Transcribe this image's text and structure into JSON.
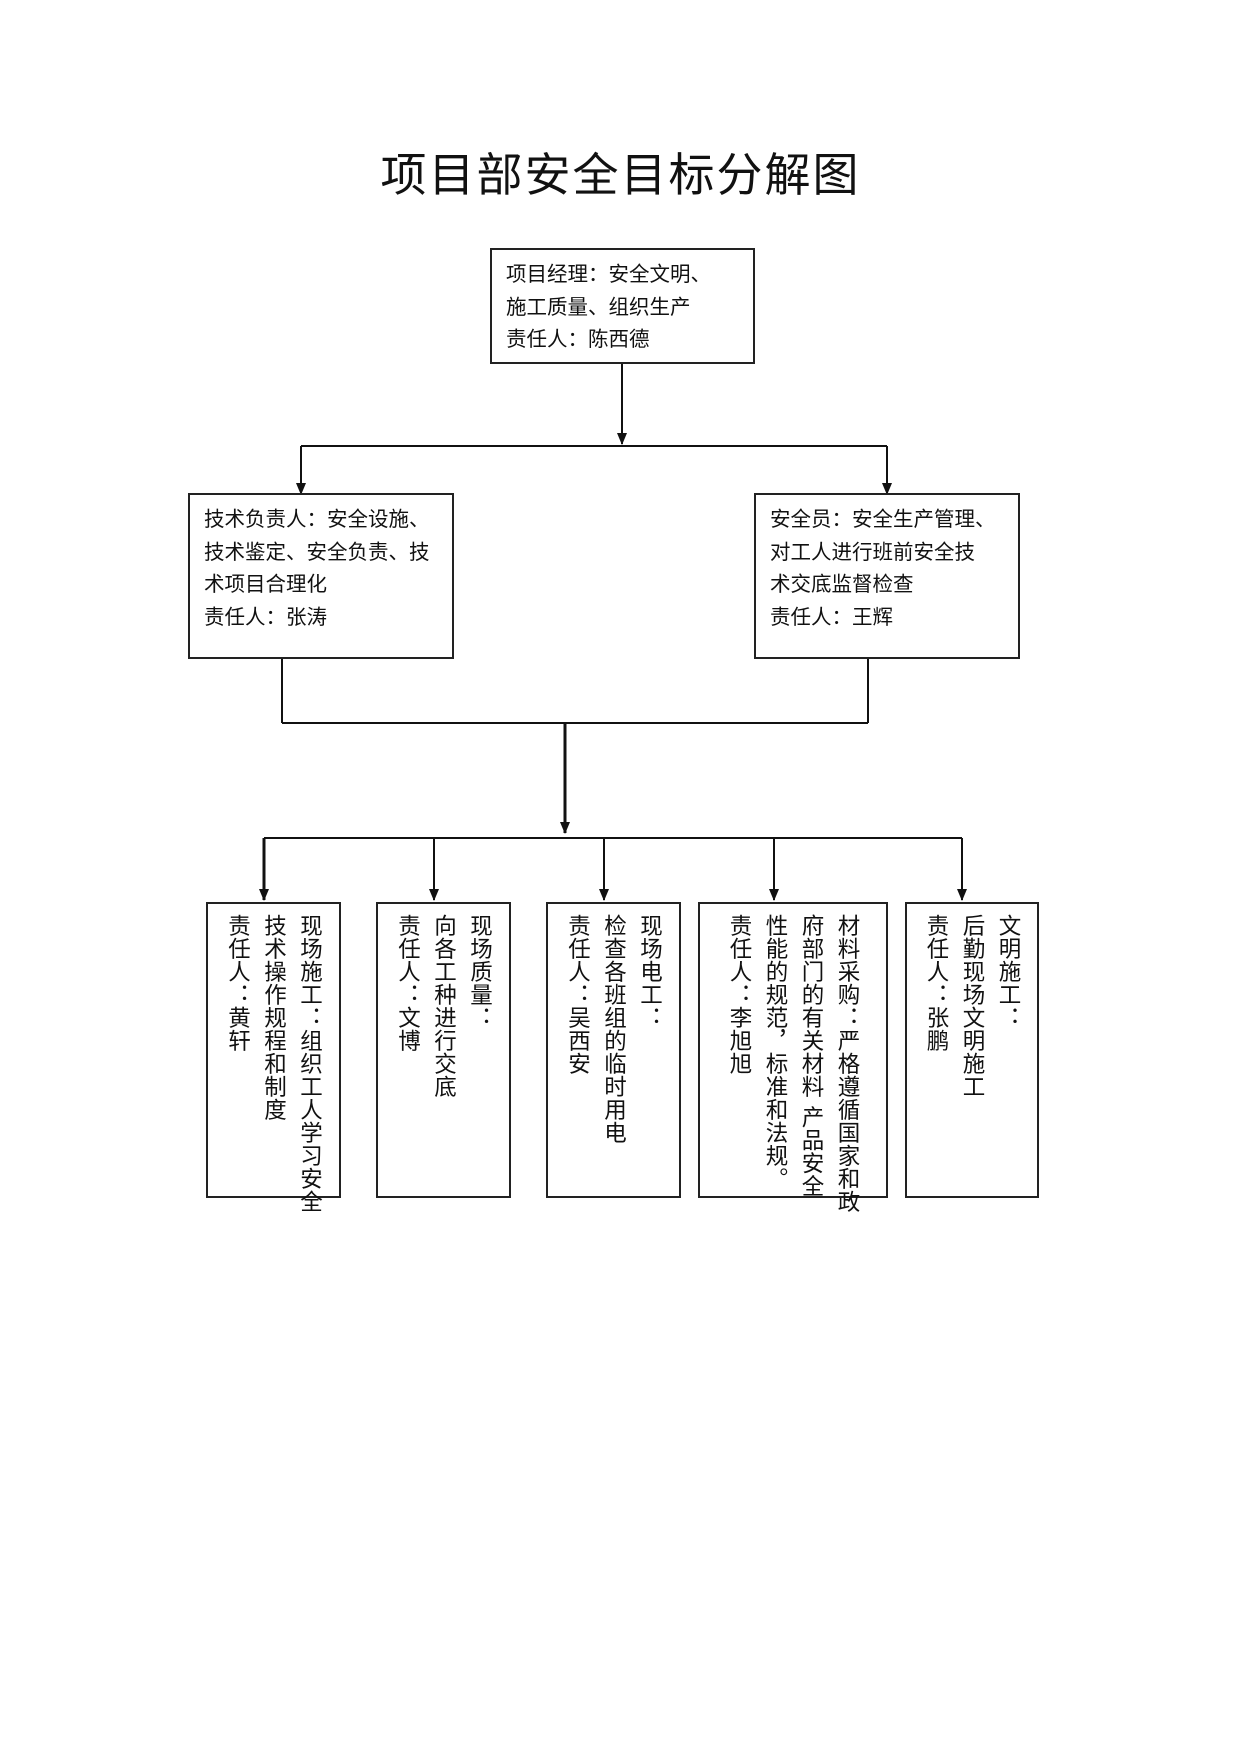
{
  "title": "项目部安全目标分解图",
  "top": {
    "lines": [
      "项目经理：安全文明、",
      "施工质量、组织生产",
      "责任人：陈西德"
    ]
  },
  "left": {
    "lines": [
      "技术负责人：安全设施、",
      "技术鉴定、安全负责、技",
      "术项目合理化",
      "责任人：张涛"
    ]
  },
  "right": {
    "lines": [
      "安全员：安全生产管理、",
      "对工人进行班前安全技",
      "术交底监督检查",
      "责任人：王辉"
    ]
  },
  "bottom": [
    {
      "columns": [
        "现场施工：组织工人学习安全",
        "技术操作规程和制度",
        "责任人：黄轩"
      ]
    },
    {
      "columns": [
        "现场质量：",
        "向各工种进行交底",
        "责任人：文博"
      ]
    },
    {
      "columns": [
        "现场电工：",
        "检查各班组的临时用电",
        "责任人：吴西安"
      ]
    },
    {
      "columns": [
        "材料采购：严格遵循国家和政",
        "府部门的有关材料 产品安全",
        "性能的规范，标准和法规。",
        "责任人：李旭旭"
      ]
    },
    {
      "columns": [
        "文明施工：",
        "后勤现场文明施工",
        "责任人：张鹏"
      ]
    }
  ]
}
